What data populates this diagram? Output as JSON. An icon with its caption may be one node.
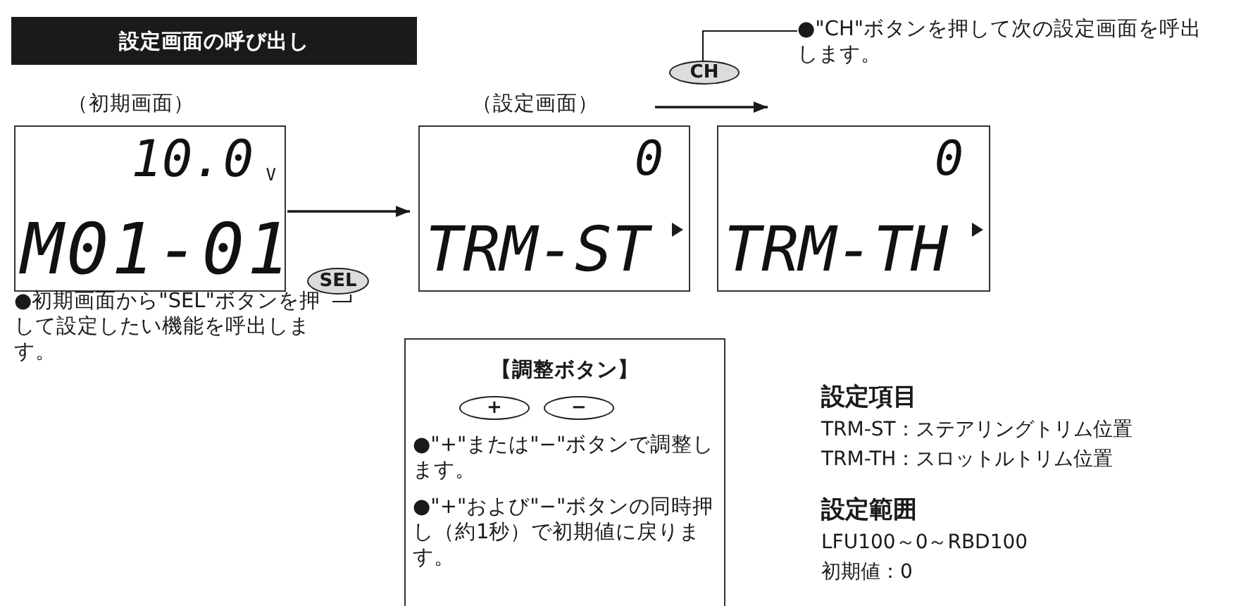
{
  "diagram": {
    "nodes": [
      {
        "text": [
          "設定画面の呼び出し"
        ]
      },
      {
        "text": [
          "10.0",
          "V",
          "M01-01"
        ],
        "beside": [
          "（初期画面）"
        ]
      },
      {
        "text": [
          "0",
          "TRM-ST"
        ],
        "beside": [
          "（設定画面）"
        ]
      },
      {
        "text": [
          "0",
          "TRM-TH"
        ]
      },
      {
        "text": [
          "SEL"
        ]
      },
      {
        "text": [
          "CH"
        ]
      },
      {
        "text": [
          "●初期画面から\"SEL\"ボタンを押して設定したい機能を呼出します。"
        ]
      },
      {
        "text": [
          "●\"CH\"ボタンを押して次の設定画面を呼出します。"
        ]
      },
      {
        "text": [
          "【調整ボタン】",
          "●\"+\"または\"−\"ボタンで調整します。",
          "●\"+\"および\"−\"ボタンの同時押し（約1秒）で初期値に戻ります。"
        ]
      },
      {
        "text": [
          "+"
        ],
        "in": 8
      },
      {
        "text": [
          "−"
        ],
        "in": 8
      }
    ],
    "edges": [
      {
        "from": 1,
        "to": 2,
        "arrow": "to"
      },
      {
        "from": 2,
        "to": 3,
        "arrow": "to"
      },
      {
        "from": 4,
        "to": 6,
        "arrow": "none"
      },
      {
        "from": 5,
        "to": 7,
        "arrow": "none"
      }
    ],
    "labels": [
      "設定項目",
      "TRM-ST：ステアリングトリム位置",
      "TRM-TH：スロットルトリム位置",
      "設定範囲",
      "LFU100～0～RBD100",
      "初期値：0"
    ]
  }
}
